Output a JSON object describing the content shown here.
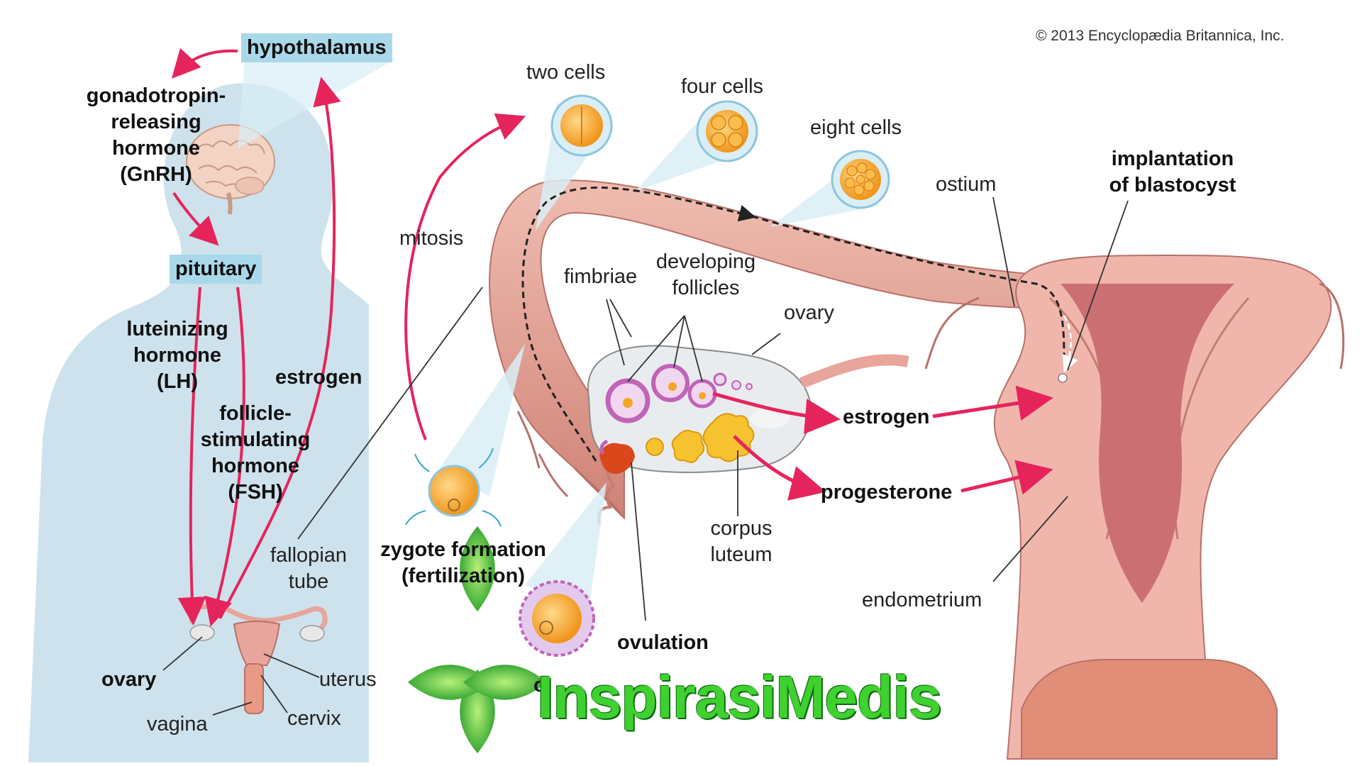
{
  "copyright": "© 2013 Encyclopædia Britannica, Inc.",
  "labels": {
    "hypothalamus": "hypothalamus",
    "gnrh": [
      "gonadotropin-",
      "releasing",
      "hormone",
      "(GnRH)"
    ],
    "pituitary": "pituitary",
    "lh": [
      "luteinizing",
      "hormone",
      "(LH)"
    ],
    "fsh": [
      "follicle-",
      "stimulating",
      "hormone",
      "(FSH)"
    ],
    "estrogen_left": "estrogen",
    "fallopian_tube": [
      "fallopian",
      "tube"
    ],
    "ovary_left": "ovary",
    "uterus": "uterus",
    "vagina": "vagina",
    "cervix": "cervix",
    "two_cells": "two cells",
    "four_cells": "four cells",
    "eight_cells": "eight cells",
    "mitosis": "mitosis",
    "fimbriae": "fimbriae",
    "developing_follicles": [
      "developing",
      "follicles"
    ],
    "ovary_right": "ovary",
    "ostium": "ostium",
    "implantation": [
      "implantation",
      "of blastocyst"
    ],
    "estrogen_right": "estrogen",
    "progesterone": "progesterone",
    "corpus_luteum": [
      "corpus",
      "luteum"
    ],
    "endometrium": "endometrium",
    "zygote": [
      "zygote formation",
      "(fertilization)"
    ],
    "ovulation": "ovulation",
    "oocyte_partial": "o"
  },
  "watermark": "InspirasiMedis",
  "colors": {
    "arrow": "#e6245c",
    "silhouette": "#cde2ec",
    "label_box": "#a9d8ea",
    "tissue": "#e8a59b",
    "cell": "#f5a623",
    "watermark_green": "#3fd12f"
  }
}
